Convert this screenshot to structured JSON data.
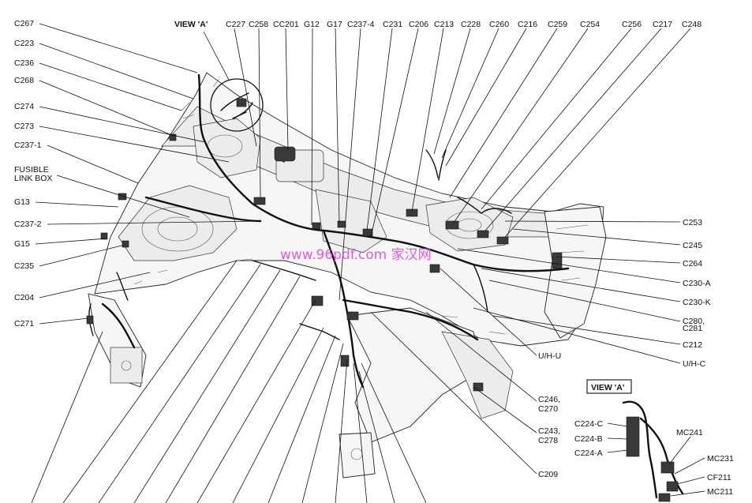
{
  "watermark": "www.96pdf.com 家汉网",
  "view_a_top_label": "VIEW 'A'",
  "view_a_box_label": "VIEW 'A'",
  "labels_top": [
    "C227",
    "C258",
    "CC201",
    "G12",
    "G17",
    "C237-4",
    "C231",
    "C206",
    "C213",
    "C228",
    "C260",
    "C216",
    "C259",
    "C254",
    "C256",
    "C217",
    "C248"
  ],
  "labels_left": [
    "C267",
    "C223",
    "C236",
    "C268",
    "C274",
    "C273",
    "C237-1",
    "FUSIBLE",
    "LINK BOX",
    "G13",
    "C237-2",
    "G15",
    "C235",
    "C204",
    "C271"
  ],
  "labels_right": [
    "C253",
    "C245",
    "C264",
    "C230-A",
    "C230-K",
    "C280,",
    "C281",
    "C212",
    "U/H-C",
    "U/H-U",
    "C246,",
    "C270",
    "C243,",
    "C278",
    "C209"
  ],
  "labels_view_a": [
    "C224-C",
    "C224-B",
    "C224-A",
    "MC241",
    "MC231",
    "CF211",
    "MC211"
  ]
}
